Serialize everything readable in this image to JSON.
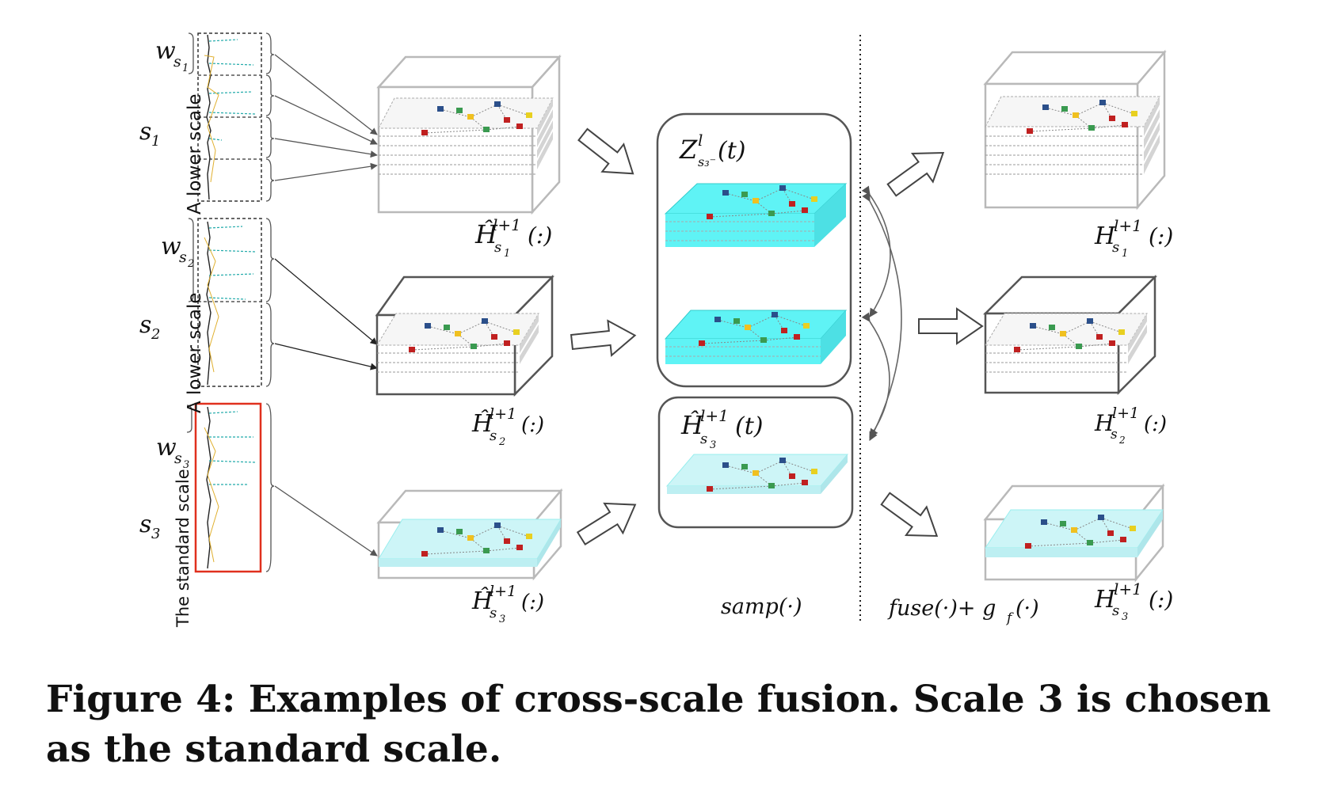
{
  "caption": "Figure 4: Examples of cross-scale fusion. Scale 3 is chosen as the standard scale.",
  "labels": {
    "w": "w",
    "s": "s",
    "sub1": "1",
    "sub2": "2",
    "sub3": "3",
    "lower_scale_1": "A lower scale",
    "lower_scale_2": "A lower scale",
    "standard_scale": "The standard scale",
    "h_hat": "Ĥ",
    "h": "H",
    "z": "Z",
    "l": "l",
    "l_plus_1": "l+1",
    "arg_colon": "(:)",
    "arg_t": "(t)",
    "s3_minus": "s₃⁻",
    "samp": "samp(·)",
    "fuse": "fuse(·)+ g",
    "fuse_sub": "f",
    "fuse_tail": "(·)"
  },
  "colors": {
    "cyan": "#5ff3f5",
    "cyan_light": "#cdf5f7",
    "box_light": "#b9b9b9",
    "box_dark": "#555555",
    "red_frame": "#e0301e"
  }
}
